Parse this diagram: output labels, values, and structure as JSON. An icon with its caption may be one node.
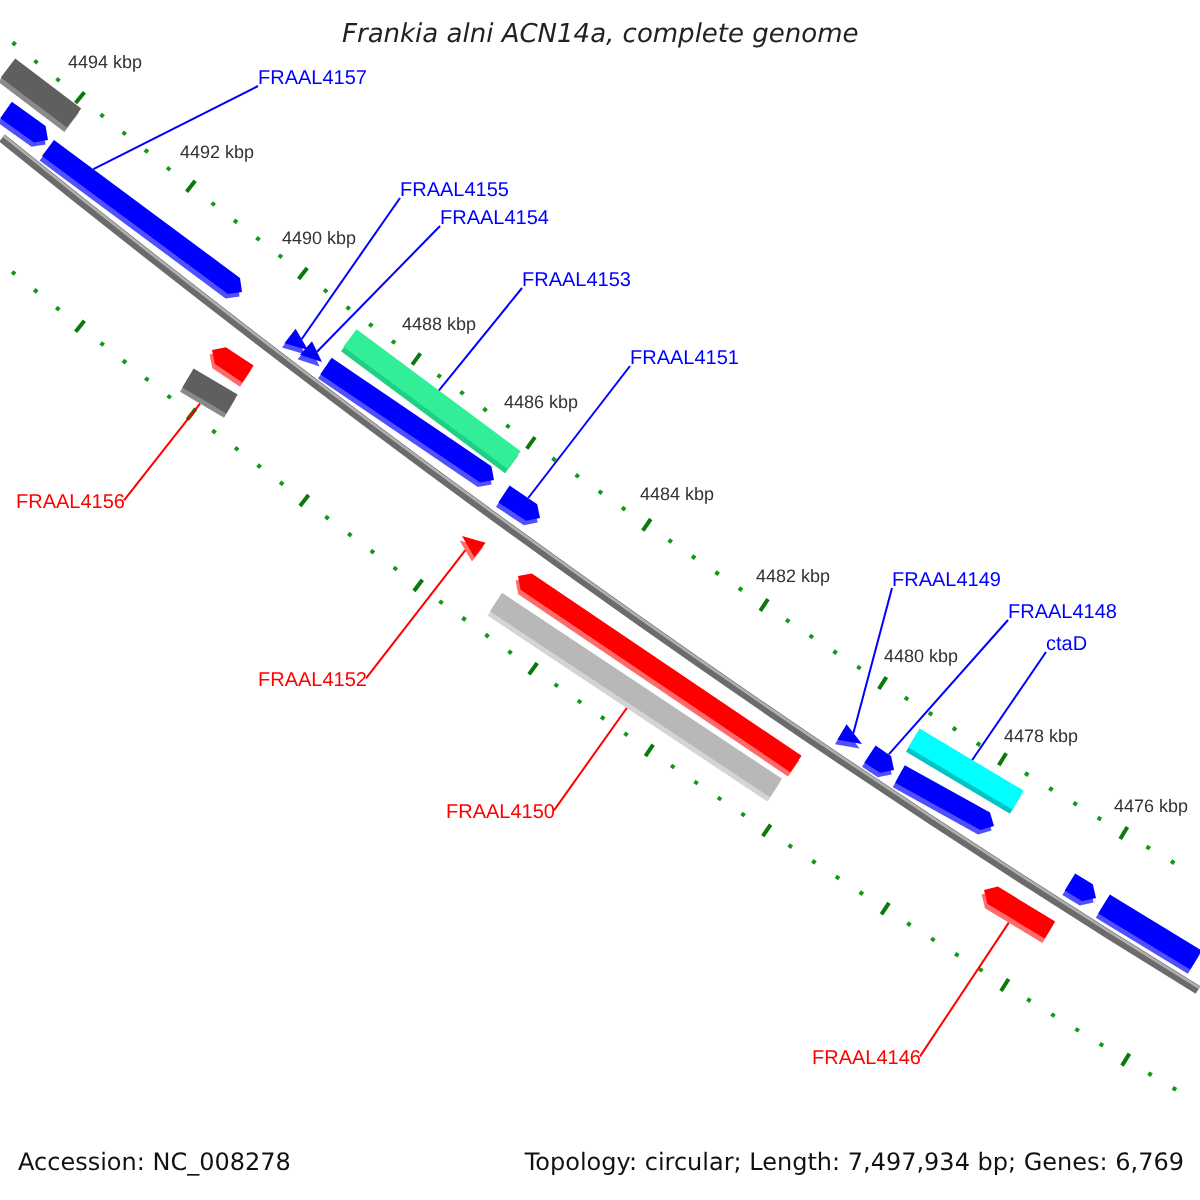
{
  "diagram": {
    "title": "Frankia alni ACN14a, complete genome",
    "nodes": [
      {
        "text": [
          "FRAAL4157"
        ]
      },
      {
        "text": [],
        "shape": "pentagon"
      },
      {
        "text": [
          "FRAAL4155"
        ]
      },
      {
        "text": [],
        "shape": "triangle"
      },
      {
        "text": [
          "FRAAL4154"
        ]
      },
      {
        "text": [],
        "shape": "triangle"
      },
      {
        "text": [
          "FRAAL4153"
        ]
      },
      {
        "text": [],
        "shape": "bar"
      },
      {
        "text": [
          "FRAAL4151"
        ]
      },
      {
        "text": [],
        "shape": "pentagon"
      },
      {
        "text": [
          "FRAAL4156"
        ]
      },
      {
        "text": [],
        "shape": "bar"
      },
      {
        "text": [
          "FRAAL4149"
        ]
      },
      {
        "text": [],
        "shape": "triangle"
      },
      {
        "text": [
          "FRAAL4148"
        ]
      },
      {
        "text": [],
        "shape": "pentagon"
      },
      {
        "text": [
          "ctaD"
        ]
      },
      {
        "text": [],
        "shape": "bar"
      },
      {
        "text": [
          "FRAAL4152"
        ]
      },
      {
        "text": [],
        "shape": "triangle"
      },
      {
        "text": [
          "FRAAL4150"
        ]
      },
      {
        "text": [],
        "shape": "bar"
      },
      {
        "text": [
          "FRAAL4146"
        ]
      },
      {
        "text": [],
        "shape": "pentagon"
      },
      {
        "text": [],
        "shape": "bar"
      },
      {
        "text": [],
        "shape": "pentagon"
      },
      {
        "text": [],
        "shape": "pentagon"
      },
      {
        "text": [],
        "shape": "pentagon"
      },
      {
        "text": [],
        "shape": "pentagon"
      },
      {
        "text": [],
        "shape": "pentagon"
      },
      {
        "text": [],
        "shape": "pentagon"
      },
      {
        "text": [],
        "shape": "bar"
      }
    ],
    "edges": [
      {
        "from": 0,
        "to": 1,
        "arrow": "none"
      },
      {
        "from": 2,
        "to": 3,
        "arrow": "none"
      },
      {
        "from": 4,
        "to": 5,
        "arrow": "none"
      },
      {
        "from": 6,
        "to": 7,
        "arrow": "none"
      },
      {
        "from": 8,
        "to": 9,
        "arrow": "none"
      },
      {
        "from": 10,
        "to": 11,
        "arrow": "none",
        "color": "#ff0000"
      },
      {
        "from": 12,
        "to": 13,
        "arrow": "none"
      },
      {
        "from": 14,
        "to": 15,
        "arrow": "none"
      },
      {
        "from": 16,
        "to": 17,
        "arrow": "none"
      },
      {
        "from": 18,
        "to": 19,
        "arrow": "none",
        "color": "#ff0000"
      },
      {
        "from": 20,
        "to": 21,
        "arrow": "none",
        "color": "#ff0000"
      },
      {
        "from": 22,
        "to": 23,
        "arrow": "none",
        "color": "#ff0000"
      }
    ],
    "labels": [
      "4494 kbp",
      "4492 kbp",
      "4490 kbp",
      "4488 kbp",
      "4486 kbp",
      "4484 kbp",
      "4482 kbp",
      "4480 kbp",
      "4478 kbp",
      "4476 kbp",
      "Accession: NC_008278",
      "Topology: circular; Length: 7,497,934 bp; Genes: 6,769"
    ]
  }
}
